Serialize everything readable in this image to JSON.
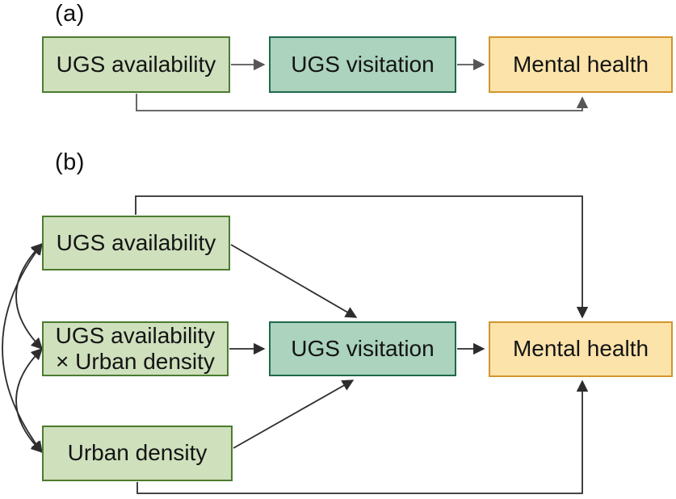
{
  "palette": {
    "green_fill": "#cfe0bd",
    "green_border": "#4c7b31",
    "teal_fill": "#abd3bd",
    "teal_border": "#20684d",
    "orange_fill": "#fbe3aa",
    "orange_border": "#d2952e",
    "line_panel_a": "#565656",
    "line_panel_b": "#2d2d2d",
    "text": "#141414"
  },
  "panel_a": {
    "label": "(a)",
    "nodes": {
      "availability": "UGS availability",
      "visitation": "UGS visitation",
      "mental_health": "Mental health"
    },
    "edges": [
      {
        "from": "availability",
        "to": "visitation",
        "type": "direct-arrow"
      },
      {
        "from": "visitation",
        "to": "mental_health",
        "type": "direct-arrow"
      },
      {
        "from": "availability",
        "to": "mental_health",
        "type": "bypass-arrow-under"
      }
    ]
  },
  "panel_b": {
    "label": "(b)",
    "nodes": {
      "availability": "UGS availability",
      "interaction_line1": "UGS availability",
      "interaction_line2": "× Urban density",
      "visitation": "UGS visitation",
      "mental_health": "Mental health",
      "urban_density": "Urban density"
    },
    "edges": [
      {
        "from": "availability",
        "to": "mental_health",
        "type": "bypass-arrow-over"
      },
      {
        "from": "availability",
        "to": "visitation",
        "type": "diagonal-arrow"
      },
      {
        "from": "interaction",
        "to": "visitation",
        "type": "direct-arrow"
      },
      {
        "from": "visitation",
        "to": "mental_health",
        "type": "direct-arrow"
      },
      {
        "from": "urban_density",
        "to": "visitation",
        "type": "diagonal-arrow"
      },
      {
        "from": "urban_density",
        "to": "mental_health",
        "type": "bypass-arrow-under"
      },
      {
        "from": "availability",
        "to": "interaction",
        "type": "covariance-arc"
      },
      {
        "from": "interaction",
        "to": "urban_density",
        "type": "covariance-arc"
      },
      {
        "from": "availability",
        "to": "urban_density",
        "type": "covariance-arc"
      }
    ]
  }
}
